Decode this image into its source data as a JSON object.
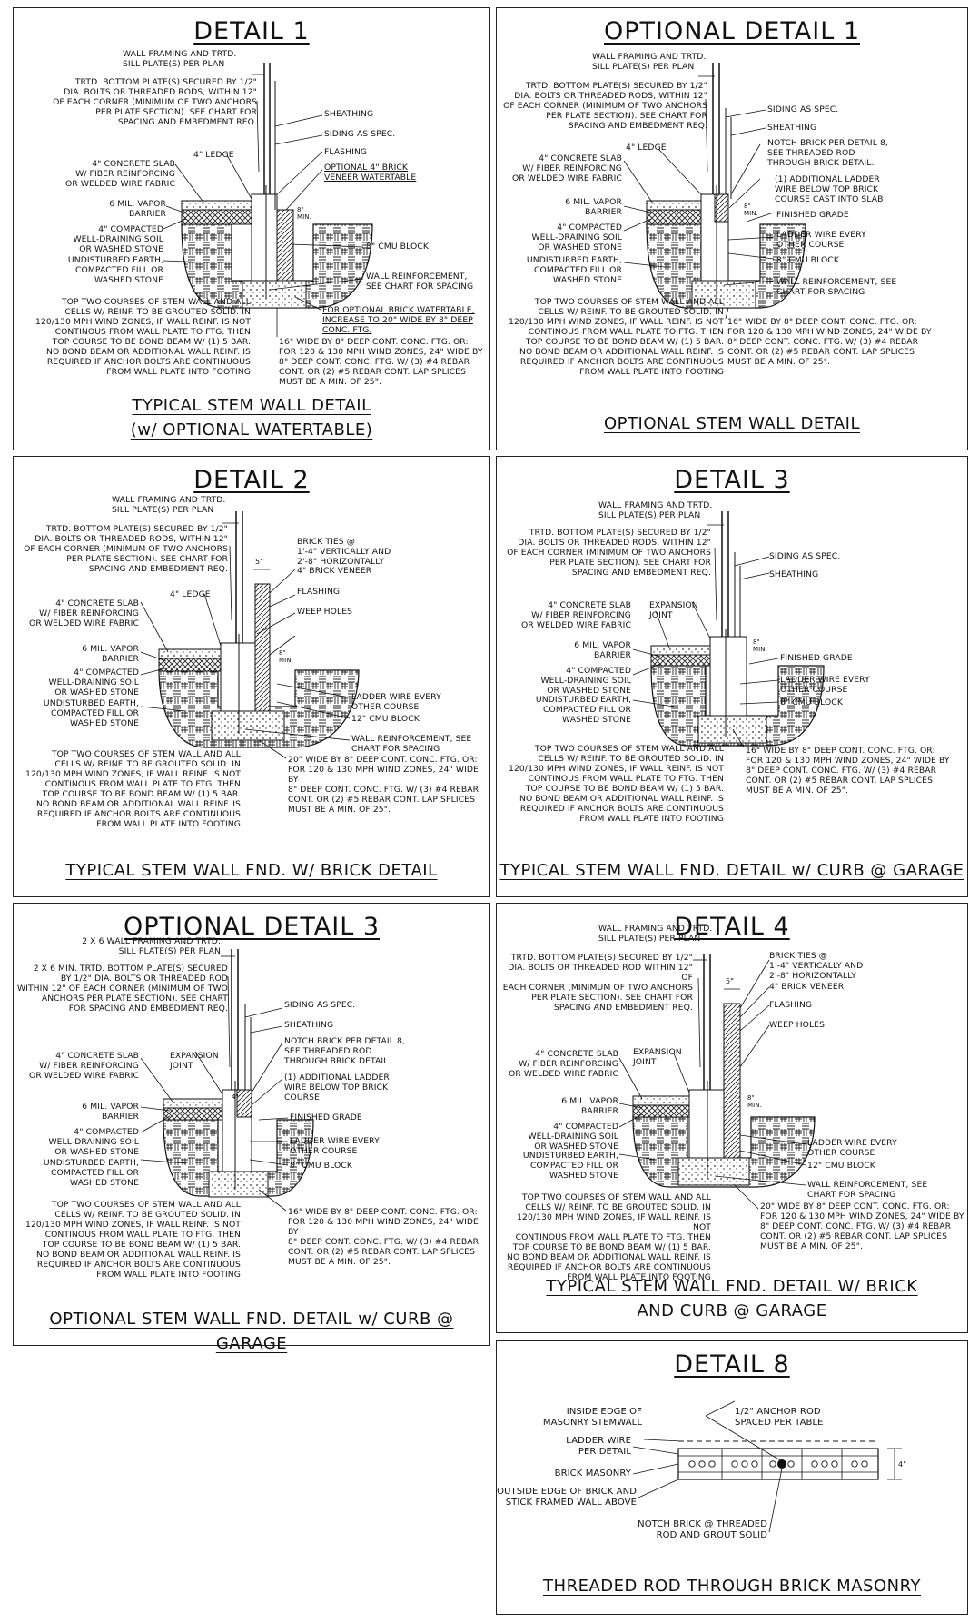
{
  "panels": {
    "p1": {
      "title": "DETAIL 1",
      "caption_l1": "TYPICAL STEM WALL DETAIL",
      "caption_l2": "(w/ OPTIONAL WATERTABLE)",
      "labels": {
        "framing": "WALL FRAMING AND TRTD.\nSILL PLATE(S) PER PLAN",
        "bottom_plate": "TRTD. BOTTOM PLATE(S) SECURED BY 1/2\"\nDIA. BOLTS OR THREADED RODS, WITHIN 12\"\nOF EACH CORNER (MINIMUM OF TWO ANCHORS\nPER PLATE SECTION). SEE CHART FOR\nSPACING AND EMBEDMENT REQ.",
        "sheathing": "SHEATHING",
        "siding": "SIDING AS SPEC.",
        "flashing": "FLASHING",
        "watertable": "OPTIONAL 4\" BRICK\nVENEER WATERTABLE",
        "ledge": "4\" LEDGE",
        "slab": "4\" CONCRETE SLAB\nW/ FIBER REINFORCING\nOR WELDED WIRE FABRIC",
        "vapor": "6 MIL. VAPOR\nBARRIER",
        "compacted": "4\" COMPACTED\nWELL-DRAINING SOIL\nOR WASHED STONE",
        "earth": "UNDISTURBED EARTH,\nCOMPACTED FILL OR\nWASHED STONE",
        "cmu": "8\" CMU BLOCK",
        "reinf": "WALL REINFORCEMENT,\nSEE CHART FOR SPACING",
        "top_two": "TOP TWO COURSES OF STEM WALL AND ALL\nCELLS w/ REINF. TO BE GROUTED SOLID. IN\n120/130 MPH WIND ZONES, IF WALL REINF. IS NOT\nCONTINOUS FROM WALL PLATE TO FTG. THEN\nTOP COURSE TO BE BOND BEAM w/ (1) 5 BAR.\nNO BOND BEAM OR ADDITIONAL WALL REINF. IS\nREQUIRED IF ANCHOR BOLTS ARE CONTINUOUS\nFROM WALL PLATE INTO FOOTING",
        "optional_ftg": "FOR OPTIONAL BRICK WATERTABLE,\nINCREASE TO 20\" WIDE BY 8\" DEEP\nCONC. FTG.",
        "footing": "16\" WIDE BY 8\" DEEP CONT. CONC. FTG. OR:\nFOR 120 & 130 MPH WIND ZONES, 24\" WIDE BY\n8\" DEEP CONT. CONC. FTG. w/ (3) #4 REBAR\nCONT. OR (2) #5 REBAR CONT. LAP SPLICES\nMUST BE A MIN. OF 25\".",
        "dim": "8\"\nMIN."
      }
    },
    "p2": {
      "title": "OPTIONAL DETAIL 1",
      "caption_l1": "OPTIONAL STEM WALL DETAIL",
      "labels": {
        "framing": "WALL FRAMING AND TRTD.\nSILL PLATE(S) PER PLAN",
        "bottom_plate": "TRTD. BOTTOM PLATE(S) SECURED BY 1/2\"\nDIA. BOLTS OR THREADED RODS, WITHIN 12\"\nOF EACH CORNER (MINIMUM OF TWO ANCHORS\nPER PLATE SECTION). SEE CHART FOR\nSPACING AND EMBEDMENT REQ.",
        "siding": "SIDING AS SPEC.",
        "sheathing": "SHEATHING",
        "notch": "NOTCH BRICK PER DETAIL 8,\nSEE THREADED ROD\nTHROUGH BRICK DETAIL.",
        "ladder_add": "(1) ADDITIONAL LADDER\nWIRE BELOW TOP BRICK\nCOURSE CAST INTO SLAB",
        "grade": "FINISHED GRADE",
        "ladder": "LADDER WIRE EVERY\nOTHER COURSE",
        "cmu": "8\" CMU BLOCK",
        "reinf": "WALL REINFORCEMENT, SEE\nCHART FOR SPACING",
        "ledge": "4\" LEDGE",
        "slab": "4\" CONCRETE SLAB\nW/ FIBER REINFORCING\nOR WELDED WIRE FABRIC",
        "vapor": "6 MIL. VAPOR\nBARRIER",
        "compacted": "4\" COMPACTED\nWELL-DRAINING SOIL\nOR WASHED STONE",
        "earth": "UNDISTURBED EARTH,\nCOMPACTED FILL OR\nWASHED STONE",
        "top_two": "TOP TWO COURSES OF STEM WALL AND ALL\nCELLS w/ REINF. TO BE GROUTED SOLID. IN\n120/130 MPH WIND ZONES, IF WALL REINF. IS NOT\nCONTINOUS FROM WALL PLATE TO FTG. THEN\nTOP COURSE TO BE BOND BEAM w/ (1) 5 BAR.\nNO BOND BEAM OR ADDITIONAL WALL REINF. IS\nREQUIRED IF ANCHOR BOLTS ARE CONTINUOUS\nFROM WALL PLATE INTO FOOTING",
        "footing": "16\" WIDE BY 8\" DEEP CONT. CONC. FTG. OR:\nFOR 120 & 130 MPH WIND ZONES, 24\" WIDE BY\n8\" DEEP CONT. CONC. FTG. w/ (3) #4 REBAR\nCONT. OR (2) #5 REBAR CONT. LAP SPLICES\nMUST BE A MIN. OF 25\".",
        "dim": "8\"\nMIN."
      }
    },
    "p3": {
      "title": "DETAIL 2",
      "caption_l1": "TYPICAL STEM WALL FND. W/ BRICK DETAIL",
      "labels": {
        "framing": "WALL FRAMING AND TRTD.\nSILL PLATE(S) PER PLAN",
        "bottom_plate": "TRTD. BOTTOM PLATE(S) SECURED BY 1/2\"\nDIA. BOLTS OR THREADED RODS, WITHIN 12\"\nOF EACH CORNER (MINIMUM OF TWO ANCHORS\nPER PLATE SECTION). SEE CHART FOR\nSPACING AND EMBEDMENT REQ.",
        "brick_ties": "BRICK TIES @\n1'-4\" VERTICALLY AND\n2'-8\" HORIZONTALLY",
        "veneer": "4\" BRICK VENEER",
        "flashing": "FLASHING",
        "weep": "WEEP HOLES",
        "ledge": "4\" LEDGE",
        "slab": "4\" CONCRETE SLAB\nW/ FIBER REINFORCING\nOR WELDED WIRE FABRIC",
        "vapor": "6 MIL. VAPOR\nBARRIER",
        "compacted": "4\" COMPACTED\nWELL-DRAINING SOIL\nOR WASHED STONE",
        "earth": "UNDISTURBED EARTH,\nCOMPACTED FILL OR\nWASHED STONE",
        "ladder": "LADDER WIRE EVERY\nOTHER COURSE",
        "cmu": "12\" CMU BLOCK",
        "reinf": "WALL REINFORCEMENT, SEE\nCHART FOR SPACING",
        "top_two": "TOP TWO COURSES OF STEM WALL AND ALL\nCELLS w/ REINF. TO BE GROUTED SOLID. IN\n120/130 MPH WIND ZONES, IF WALL REINF. IS NOT\nCONTINOUS FROM WALL PLATE TO FTG. THEN\nTOP COURSE TO BE BOND BEAM w/ (1) 5 BAR.\nNO BOND BEAM OR ADDITIONAL WALL REINF. IS\nREQUIRED IF ANCHOR BOLTS ARE CONTINUOUS\nFROM WALL PLATE INTO FOOTING",
        "footing": "20\" WIDE BY 8\" DEEP CONT. CONC. FTG. OR:\nFOR 120 & 130 MPH WIND ZONES, 24\" WIDE BY\n8\" DEEP CONT. CONC. FTG. w/ (3) #4 REBAR\nCONT. OR (2) #5 REBAR CONT. LAP SPLICES\nMUST BE A MIN. OF 25\".",
        "dim_top": "5\"",
        "dim": "8\"\nMIN."
      }
    },
    "p4": {
      "title": "DETAIL 3",
      "caption_l1": "TYPICAL STEM WALL FND. DETAIL w/ CURB @ GARAGE",
      "labels": {
        "framing": "WALL FRAMING AND TRTD.\nSILL PLATE(S) PER PLAN",
        "bottom_plate": "TRTD. BOTTOM PLATE(S) SECURED BY 1/2\"\nDIA. BOLTS OR THREADED RODS, WITHIN 12\"\nOF EACH CORNER (MINIMUM OF TWO ANCHORS\nPER PLATE SECTION). SEE CHART FOR\nSPACING AND EMBEDMENT REQ.",
        "siding": "SIDING AS SPEC.",
        "sheathing": "SHEATHING",
        "slab": "4\" CONCRETE SLAB\nW/ FIBER REINFORCING\nOR WELDED WIRE FABRIC",
        "expansion": "EXPANSION\nJOINT",
        "vapor": "6 MIL. VAPOR\nBARRIER",
        "compacted": "4\" COMPACTED\nWELL-DRAINING SOIL\nOR WASHED STONE",
        "earth": "UNDISTURBED EARTH,\nCOMPACTED FILL OR\nWASHED STONE",
        "grade": "FINISHED GRADE",
        "ladder": "LADDER WIRE EVERY\nOTHER COURSE",
        "cmu": "8\" CMU BLOCK",
        "top_two": "TOP TWO COURSES OF STEM WALL AND ALL\nCELLS w/ REINF. TO BE GROUTED SOLID. IN\n120/130 MPH WIND ZONES, IF WALL REINF. IS NOT\nCONTINOUS FROM WALL PLATE TO FTG. THEN\nTOP COURSE TO BE BOND BEAM w/ (1) 5 BAR.\nNO BOND BEAM OR ADDITIONAL WALL REINF. IS\nREQUIRED IF ANCHOR BOLTS ARE CONTINUOUS\nFROM WALL PLATE INTO FOOTING",
        "footing": "16\" WIDE BY 8\" DEEP CONT. CONC. FTG. OR:\nFOR 120 & 130 MPH WIND ZONES, 24\" WIDE BY\n8\" DEEP CONT. CONC. FTG. w/ (3) #4 REBAR\nCONT. OR (2) #5 REBAR CONT. LAP SPLICES\nMUST BE A MIN. OF 25\".",
        "dim": "8\"\nMIN."
      }
    },
    "p5": {
      "title": "OPTIONAL DETAIL 3",
      "caption_l1": "OPTIONAL STEM WALL FND. DETAIL w/ CURB @ GARAGE",
      "labels": {
        "framing": "2 x 6 WALL FRAMING AND TRTD.\nSILL PLATE(S) PER PLAN",
        "bottom_plate": "2 x 6 MIN. TRTD. BOTTOM PLATE(S) SECURED\nBY 1/2\" DIA. BOLTS OR THREADED ROD\nWITHIN 12\" OF EACH CORNER (MINIMUM OF TWO\nANCHORS PER PLATE SECTION). SEE CHART\nFOR SPACING AND EMBEDMENT REQ.",
        "siding": "SIDING AS SPEC.",
        "sheathing": "SHEATHING",
        "notch": "NOTCH BRICK PER DETAIL 8,\nSEE THREADED ROD\nTHROUGH BRICK DETAIL.",
        "ladder_add": "(1) ADDITIONAL LADDER\nWIRE BELOW TOP BRICK\nCOURSE",
        "grade": "FINISHED GRADE",
        "ladder": "LADDER WIRE EVERY\nOTHER COURSE",
        "cmu": "8\" CMU BLOCK",
        "slab": "4\" CONCRETE SLAB\nW/ FIBER REINFORCING\nOR WELDED WIRE FABRIC",
        "expansion": "EXPANSION\nJOINT",
        "vapor": "6 MIL. VAPOR\nBARRIER",
        "compacted": "4\" COMPACTED\nWELL-DRAINING SOIL\nOR WASHED STONE",
        "earth": "UNDISTURBED EARTH,\nCOMPACTED FILL OR\nWASHED STONE",
        "top_two": "TOP TWO COURSES OF STEM WALL AND ALL\nCELLS w/ REINF. TO BE GROUTED SOLID. IN\n120/130 MPH WIND ZONES, IF WALL REINF. IS NOT\nCONTINOUS FROM WALL PLATE TO FTG. THEN\nTOP COURSE TO BE BOND BEAM w/ (1) 5 BAR.\nNO BOND BEAM OR ADDITIONAL WALL REINF. IS\nREQUIRED IF ANCHOR BOLTS ARE CONTINUOUS\nFROM WALL PLATE INTO FOOTING",
        "footing": "16\" WIDE BY 8\" DEEP CONT. CONC. FTG. OR:\nFOR 120 & 130 MPH WIND ZONES, 24\" WIDE BY\n8\" DEEP CONT. CONC. FTG. w/ (3) #4 REBAR\nCONT. OR (2) #5 REBAR CONT. LAP SPLICES\nMUST BE A MIN. OF 25\".",
        "dim": "4\""
      }
    },
    "p6": {
      "title": "DETAIL 4",
      "caption_l1": "TYPICAL STEM WALL FND. DETAIL W/ BRICK",
      "caption_l2": "AND CURB @ GARAGE",
      "labels": {
        "framing": "WALL FRAMING AND TRTD.\nSILL PLATE(S) PER PLAN",
        "bottom_plate": "TRTD. BOTTOM PLATE(S) SECURED BY 1/2\"\nDIA. BOLTS OR THREADED ROD WITHIN 12\" OF\nEACH CORNER (MINIMUM OF TWO ANCHORS\nPER PLATE SECTION). SEE CHART FOR\nSPACING AND EMBEDMENT REQ.",
        "brick_ties": "BRICK TIES @\n1'-4\" VERTICALLY AND\n2'-8\" HORIZONTALLY",
        "veneer": "4\" BRICK VENEER",
        "flashing": "FLASHING",
        "weep": "WEEP HOLES",
        "slab": "4\" CONCRETE SLAB\nW/ FIBER REINFORCING\nOR WELDED WIRE FABRIC",
        "expansion": "EXPANSION\nJOINT",
        "vapor": "6 MIL. VAPOR\nBARRIER",
        "compacted": "4\" COMPACTED\nWELL-DRAINING SOIL\nOR WASHED STONE",
        "earth": "UNDISTURBED EARTH,\nCOMPACTED FILL OR\nWASHED STONE",
        "ladder": "LADDER WIRE EVERY\nOTHER COURSE",
        "cmu": "12\" CMU BLOCK",
        "reinf": "WALL REINFORCEMENT, SEE\nCHART FOR SPACING",
        "top_two": "TOP TWO COURSES OF STEM WALL AND ALL\nCELLS w/ REINF. TO BE GROUTED SOLID. IN\n120/130 MPH WIND ZONES, IF WALL REINF. IS NOT\nCONTINOUS FROM WALL PLATE TO FTG. THEN\nTOP COURSE TO BE BOND BEAM w/ (1) 5 BAR.\nNO BOND BEAM OR ADDITIONAL WALL REINF. IS\nREQUIRED IF ANCHOR BOLTS ARE CONTINUOUS\nFROM WALL PLATE INTO FOOTING",
        "footing": "20\" WIDE BY 8\" DEEP CONT. CONC. FTG. OR:\nFOR 120 & 130 MPH WIND ZONES, 24\" WIDE BY\n8\" DEEP CONT. CONC. FTG. w/ (3) #4 REBAR\nCONT. OR (2) #5 REBAR CONT. LAP SPLICES\nMUST BE A MIN. OF 25\".",
        "dim_top": "5\"",
        "dim": "8\"\nMIN."
      }
    },
    "p7": {
      "title": "DETAIL 8",
      "caption_l1": "THREADED ROD THROUGH BRICK MASONRY",
      "labels": {
        "inside_edge": "INSIDE EDGE OF\nMASONRY STEMWALL",
        "anchor": "1/2\" ANCHOR ROD\nSPACED PER TABLE",
        "ladder": "LADDER WIRE\nPER DETAIL",
        "brick": "BRICK MASONRY",
        "outside_edge": "OUTSIDE EDGE OF BRICK AND\nSTICK FRAMED WALL ABOVE",
        "notch": "NOTCH BRICK @ THREADED\nROD AND GROUT SOLID",
        "dim": "4\""
      }
    }
  }
}
